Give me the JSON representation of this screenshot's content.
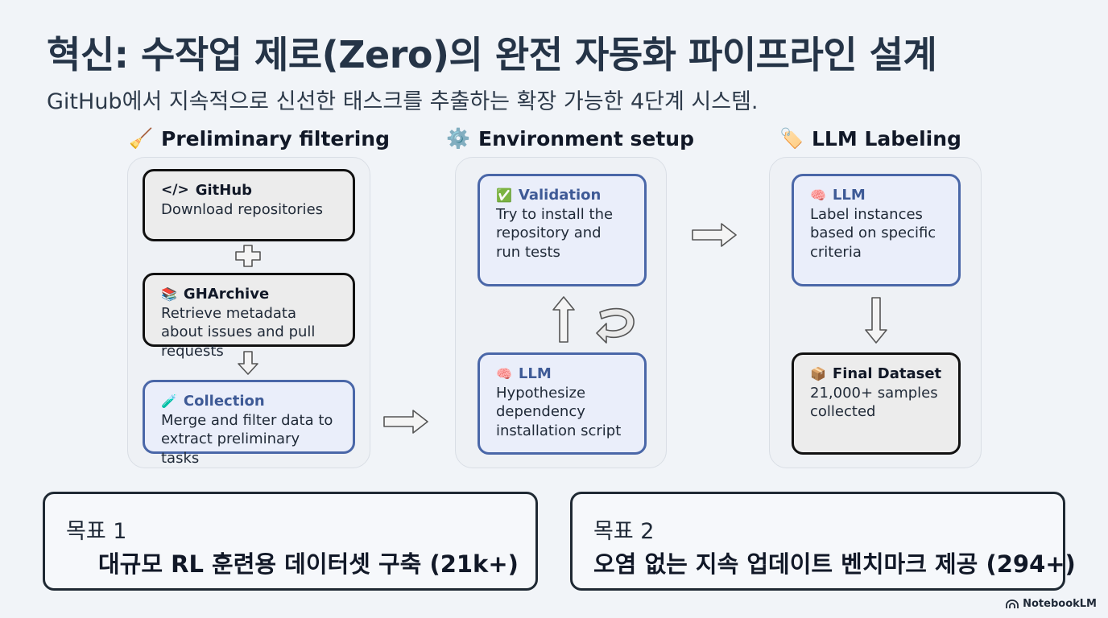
{
  "title": "혁신: 수작업 제로(Zero)의 완전 자동화 파이프라인 설계",
  "subtitle": "GitHub에서 지속적으로 신선한 태스크를 추출하는 확장 가능한 4단계 시스템.",
  "columns": [
    {
      "icon": "🧹",
      "heading": "Preliminary filtering",
      "cards": [
        {
          "icon": "</>",
          "title": "GitHub",
          "body": "Download repositories"
        },
        {
          "icon": "📚",
          "title": "GHArchive",
          "body": "Retrieve metadata about issues and pull requests"
        },
        {
          "icon": "🧪",
          "title": "Collection",
          "body": "Merge and filter data to extract preliminary tasks"
        }
      ]
    },
    {
      "icon": "⚙️",
      "heading": "Environment setup",
      "cards": [
        {
          "icon": "✅",
          "title": "Validation",
          "body": "Try to install the repository and run tests"
        },
        {
          "icon": "🧠",
          "title": "LLM",
          "body": "Hypothesize dependency installation script"
        }
      ]
    },
    {
      "icon": "🏷️",
      "heading": "LLM Labeling",
      "cards": [
        {
          "icon": "🧠",
          "title": "LLM",
          "body": "Label instances based on specific criteria"
        },
        {
          "icon": "📦",
          "title": "Final Dataset",
          "body": "21,000+ samples collected"
        }
      ]
    }
  ],
  "goals": [
    {
      "label": "목표 1",
      "text": "대규모 RL 훈련용 데이터셋 구축 (21k+)"
    },
    {
      "label": "목표 2",
      "text": "오염 없는 지속 업데이트 벤치마크 제공 (294+)"
    }
  ],
  "brand": "NotebookLM",
  "colors": {
    "accent_blue": "#4a67a8",
    "dark_border": "#111111",
    "background": "#f1f4f8"
  }
}
